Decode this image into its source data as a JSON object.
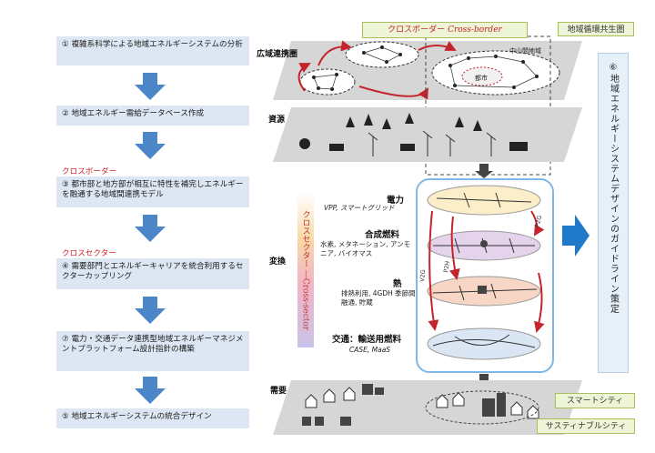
{
  "steps": [
    {
      "num": "①",
      "text": "複雑系科学による地域エネルギーシステムの分析"
    },
    {
      "num": "②",
      "text": "地域エネルギー需給データベース作成"
    },
    {
      "num": "③",
      "text": "都市部と地方部が相互に特性を補完しエネルギーを融通する地域間連携モデル"
    },
    {
      "num": "④",
      "text": "需要部門とエネルギーキャリアを統合利用するセクターカップリング"
    },
    {
      "num": "⑦",
      "text": "電力・交通データ連携型地域エネルギーマネジメントプラットフォーム設計指針の構築"
    },
    {
      "num": "⑤",
      "text": "地域エネルギーシステムの統合デザイン"
    }
  ],
  "red_labels": {
    "cross_border": "クロスボーダー",
    "cross_sector": "クロスセクター"
  },
  "layers": {
    "wide_area": "広域連携圏",
    "resource": "資源",
    "conversion": "変換",
    "demand": "需要"
  },
  "map_labels": {
    "mountain": "中山間地域",
    "city": "都市"
  },
  "cross_border_banner": {
    "jp": "クロスボーダー",
    "en": "Cross-border"
  },
  "cross_sector_band": "クロスセクター ―Cross-sector",
  "conversion_items": [
    {
      "title": "電力",
      "sub": "VPP, スマートグリッド"
    },
    {
      "title": "合成燃料",
      "sub": "水素, メタネーション, アンモニア, バイオマス"
    },
    {
      "title": "熱",
      "sub": "排熱利用, 4GDH 季節間融通, 貯蔵"
    },
    {
      "title": "交通：輸送用燃料",
      "sub": "CASE, MaaS"
    }
  ],
  "arrow_labels": {
    "p2g": "P2G",
    "p2h": "P2H",
    "v2g": "V2G"
  },
  "tags": {
    "top_right": "地域循環共生圏",
    "smart_city": "スマートシティ",
    "sustainable_city": "サスティナブルシティ"
  },
  "side_title": "⑥地域エネルギーシステムデザインのガイドライン策定",
  "colors": {
    "step_bg": "#dde7f3",
    "arrow_blue": "#4a86c8",
    "red": "#c4242b",
    "tag_bg": "#eef4d6"
  }
}
